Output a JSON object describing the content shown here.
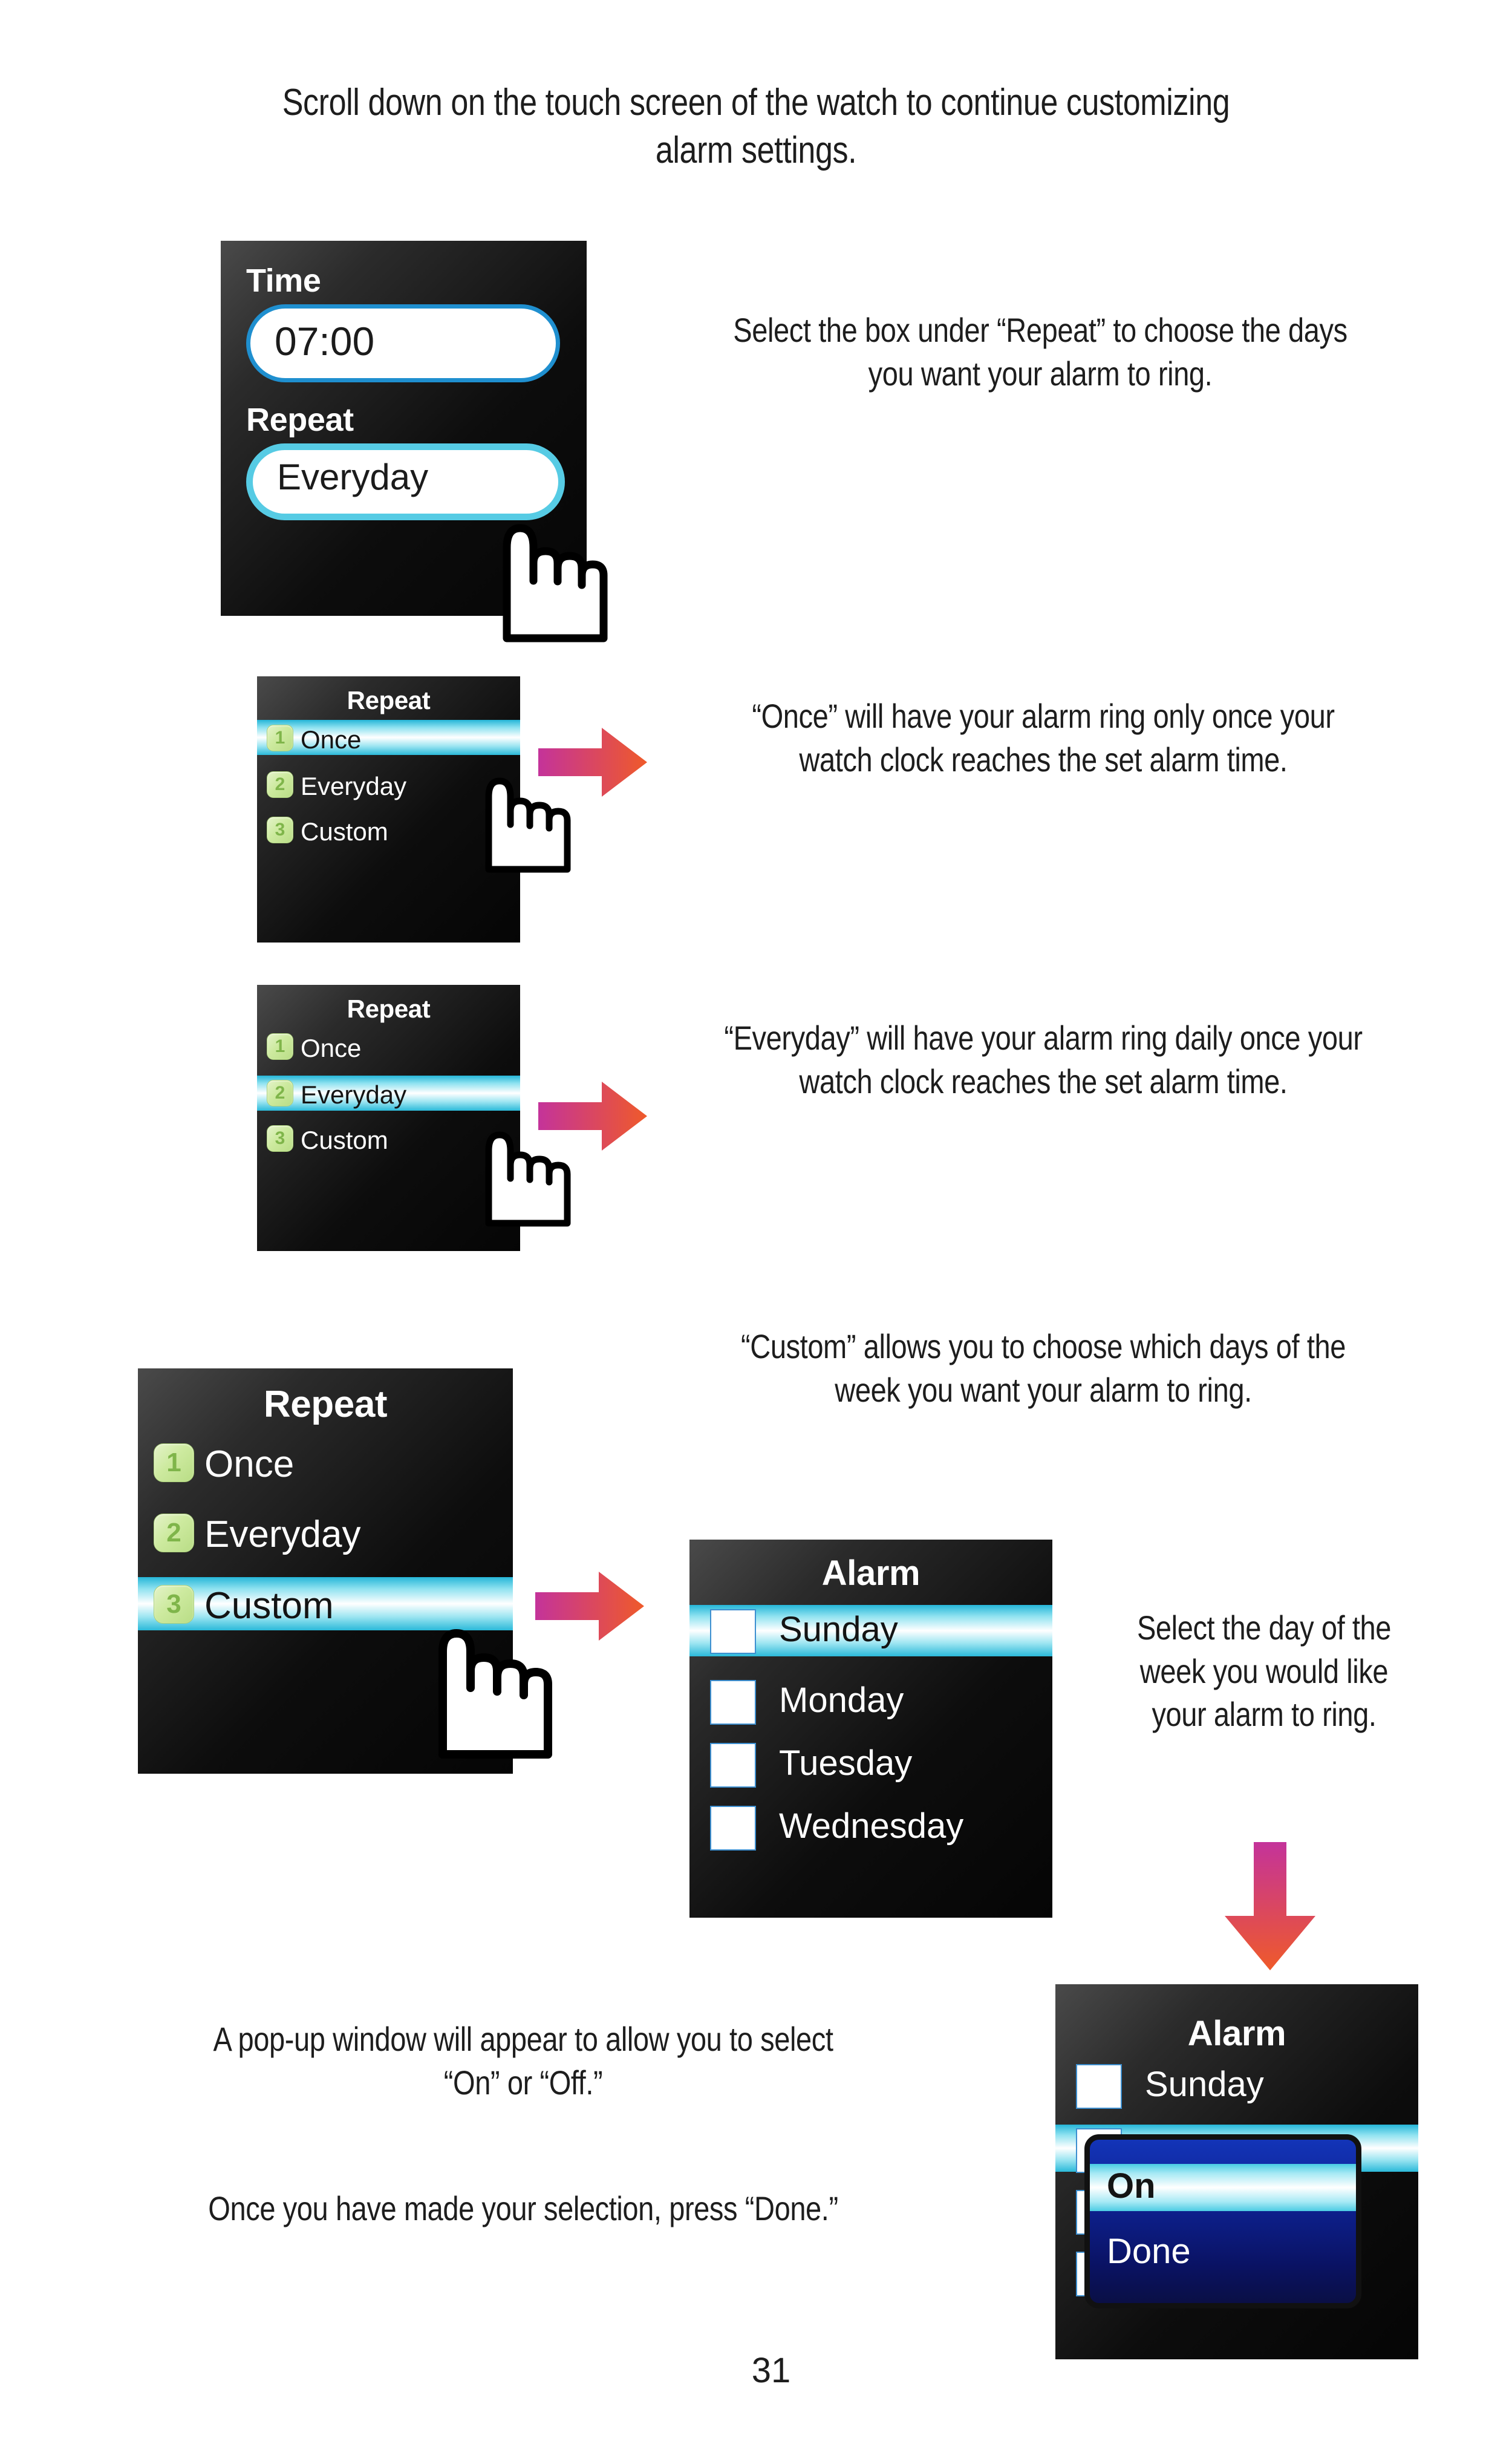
{
  "page": {
    "number": "31",
    "intro": "Scroll down on the touch screen of the watch to continue customizing alarm settings."
  },
  "colors": {
    "arrow_start": "#c4339a",
    "arrow_end": "#ef5a2a",
    "highlight_cyan": "#2bb9d9",
    "badge_green": "#b9dd86",
    "badge_number": "#7fb54a",
    "checkbox_border": "#3d8fd0",
    "popup_blue": "#0b1f8c",
    "screen_dark": "#0d0d0d"
  },
  "screens": {
    "alarm_settings": {
      "name": "alarm-settings-screen",
      "time_label": "Time",
      "time_value": "07:00",
      "repeat_label": "Repeat",
      "repeat_value": "Everyday"
    },
    "repeat_once": {
      "name": "repeat-list-once-selected",
      "title": "Repeat",
      "selected_index": 0,
      "items": [
        {
          "num": "1",
          "label": "Once"
        },
        {
          "num": "2",
          "label": "Everyday"
        },
        {
          "num": "3",
          "label": "Custom"
        }
      ]
    },
    "repeat_everyday": {
      "name": "repeat-list-everyday-selected",
      "title": "Repeat",
      "selected_index": 1,
      "items": [
        {
          "num": "1",
          "label": "Once"
        },
        {
          "num": "2",
          "label": "Everyday"
        },
        {
          "num": "3",
          "label": "Custom"
        }
      ]
    },
    "repeat_custom": {
      "name": "repeat-list-custom-selected",
      "title": "Repeat",
      "selected_index": 2,
      "items": [
        {
          "num": "1",
          "label": "Once"
        },
        {
          "num": "2",
          "label": "Everyday"
        },
        {
          "num": "3",
          "label": "Custom"
        }
      ]
    },
    "alarm_days": {
      "name": "alarm-days-screen",
      "title": "Alarm",
      "selected_index": 0,
      "days": [
        {
          "label": "Sunday",
          "checked": false
        },
        {
          "label": "Monday",
          "checked": false
        },
        {
          "label": "Tuesday",
          "checked": false
        },
        {
          "label": "Wednesday",
          "checked": false
        }
      ]
    },
    "alarm_popup": {
      "name": "alarm-day-popup-screen",
      "title": "Alarm",
      "first_day": "Sunday",
      "popup": {
        "selected_option": "On",
        "done_label": "Done"
      }
    }
  },
  "captions": {
    "repeat_box": "Select the box under “Repeat” to choose the days you want your alarm to ring.",
    "once": "“Once” will have your alarm ring only once your watch clock reaches the set alarm time.",
    "everyday": "“Everyday” will have your alarm ring daily once your watch clock reaches the set alarm time.",
    "custom": "“Custom” allows you to choose which days of the week you want your alarm to ring.",
    "select_day": "Select the day of the week you would like your alarm to ring.",
    "popup_info": "A pop-up window will appear to allow you to select “On” or “Off.”",
    "press_done": "Once you have made your selection, press “Done.”"
  }
}
